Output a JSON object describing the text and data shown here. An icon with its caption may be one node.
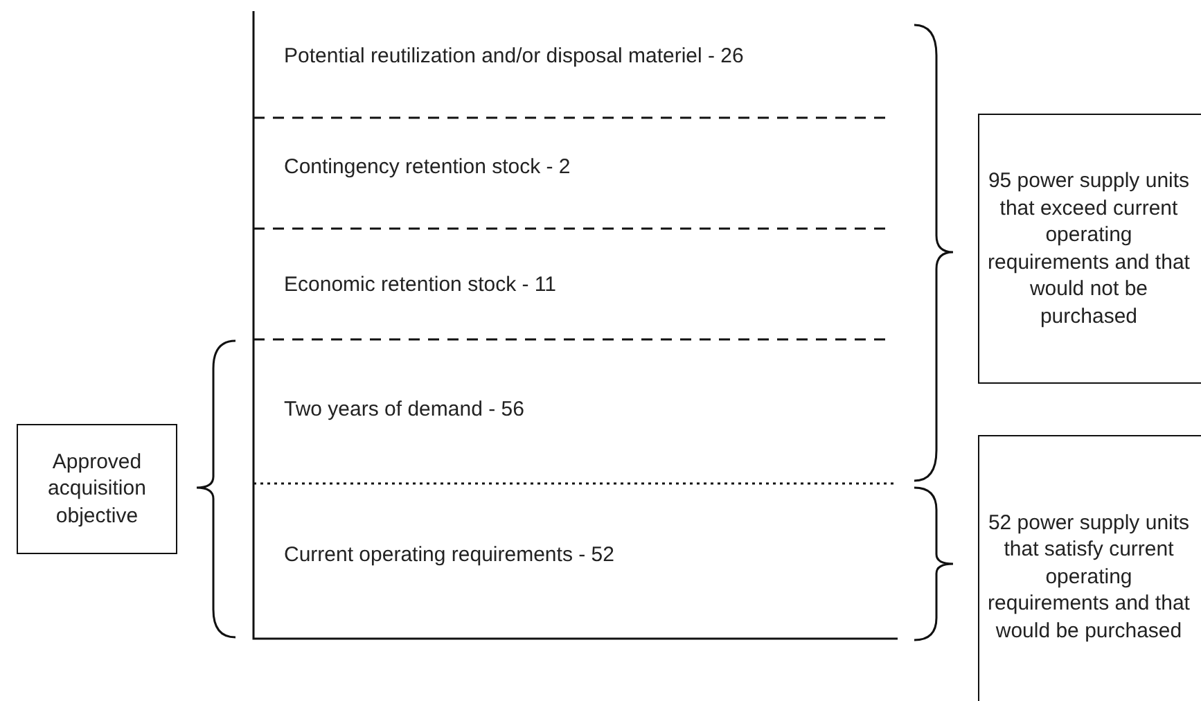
{
  "diagram": {
    "nodes": [
      {
        "text": [
          "Potential reutilization and/or disposal materiel  -  26"
        ]
      },
      {
        "text": [
          "Contingency retention stock  -  2"
        ]
      },
      {
        "text": [
          "Economic retention stock   -  11"
        ]
      },
      {
        "text": [
          "Two years of demand  -  56"
        ]
      },
      {
        "text": [
          "Current operating requirements  -  52"
        ]
      },
      {
        "text": [
          "Approved acquisition objective"
        ]
      },
      {
        "text": [
          "95 power supply units that exceed current operating requirements and that would not be purchased"
        ]
      },
      {
        "text": [
          "52 power supply units that satisfy current operating requirements and that would be purchased"
        ]
      }
    ]
  }
}
